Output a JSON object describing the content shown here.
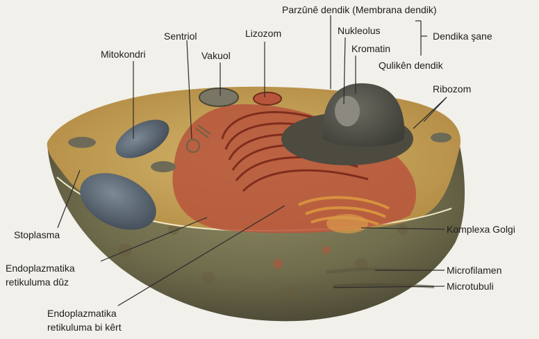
{
  "labels": {
    "membrane": "Parzûnê dendik (Membrana dendik)",
    "nucleolus": "Nukleolus",
    "chromatin": "Kromatin",
    "nucleus_group": "Dendika şane",
    "nuclear_envelope": "Qulikên dendik",
    "centriole": "Sentriol",
    "lysosome": "Lizozom",
    "mitochondria": "Mitokondri",
    "vacuole": "Vakuol",
    "ribosome": "Ribozom",
    "cytoplasm": "Stoplasma",
    "golgi": "Komplexa Golgi",
    "smooth_er_1": "Endoplazmatika",
    "smooth_er_2": "retikuluma dûz",
    "microfilament": "Microfilamen",
    "microtubule": "Microtubuli",
    "rough_er_1": "Endoplazmatika",
    "rough_er_2": "retikuluma bi kêrt"
  },
  "colors": {
    "background": "#f1f0ea",
    "cytoplasm": "#c4a457",
    "cell_body": "#7f7a55",
    "er": "#b7553c",
    "nucleus": "#505049",
    "label_text": "#1c1c1c"
  }
}
